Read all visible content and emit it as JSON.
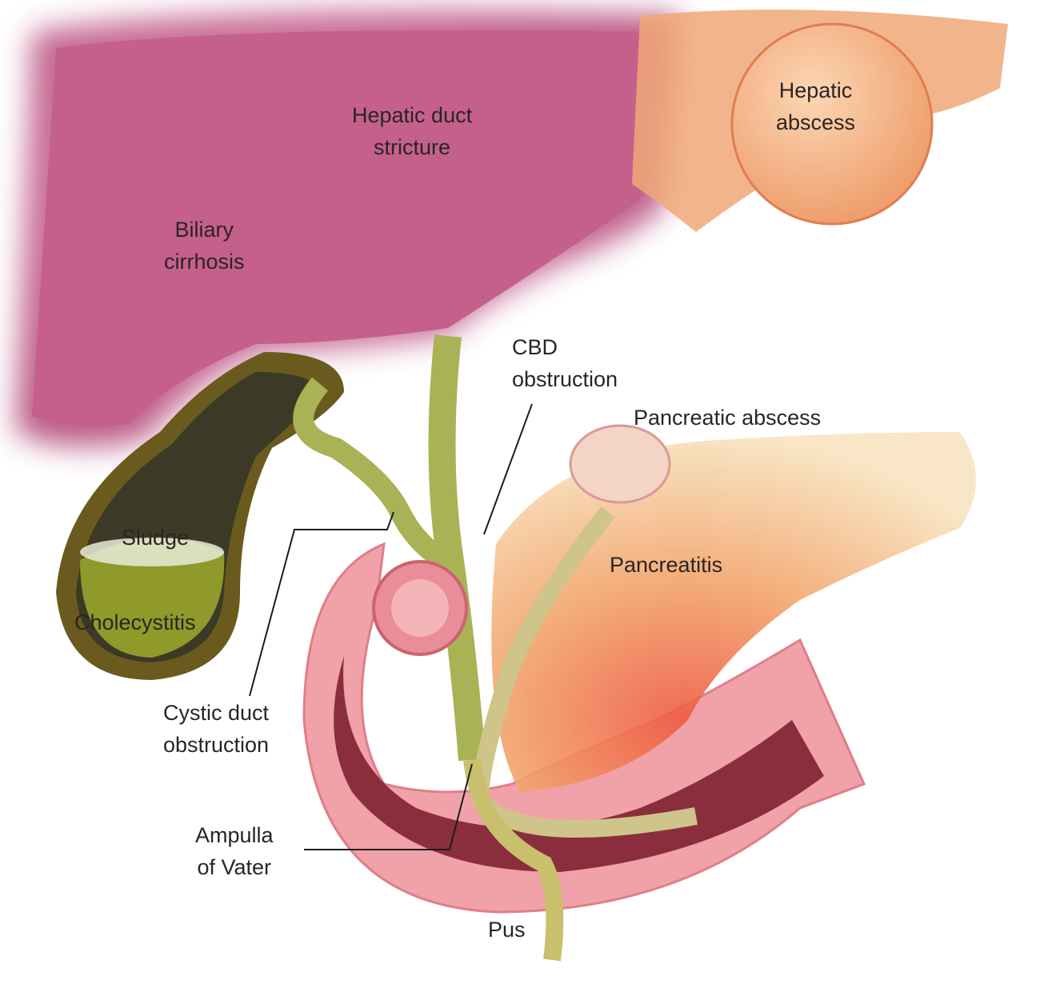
{
  "diagram": {
    "labels": {
      "hepatic_duct_stricture": [
        "Hepatic duct",
        "stricture"
      ],
      "hepatic_abscess": [
        "Hepatic",
        "abscess"
      ],
      "biliary_cirrhosis": [
        "Biliary",
        "cirrhosis"
      ],
      "cbd_obstruction": [
        "CBD",
        "obstruction"
      ],
      "pancreatic_abscess": "Pancreatic abscess",
      "sludge": "Sludge",
      "pancreatitis": "Pancreatitis",
      "cholecystitis": "Cholecystitis",
      "cystic_duct_obstruction": [
        "Cystic duct",
        "obstruction"
      ],
      "ampulla_of_vater": [
        "Ampulla",
        "of Vater"
      ],
      "pus": "Pus"
    },
    "colors": {
      "liver": "#c8648f",
      "gallbladder": "#6b5a1e",
      "bile": "#a9b255",
      "duodenum": "#f1a1a8",
      "pancreas": "#f2b177",
      "abscess": "#f4b98a"
    }
  }
}
